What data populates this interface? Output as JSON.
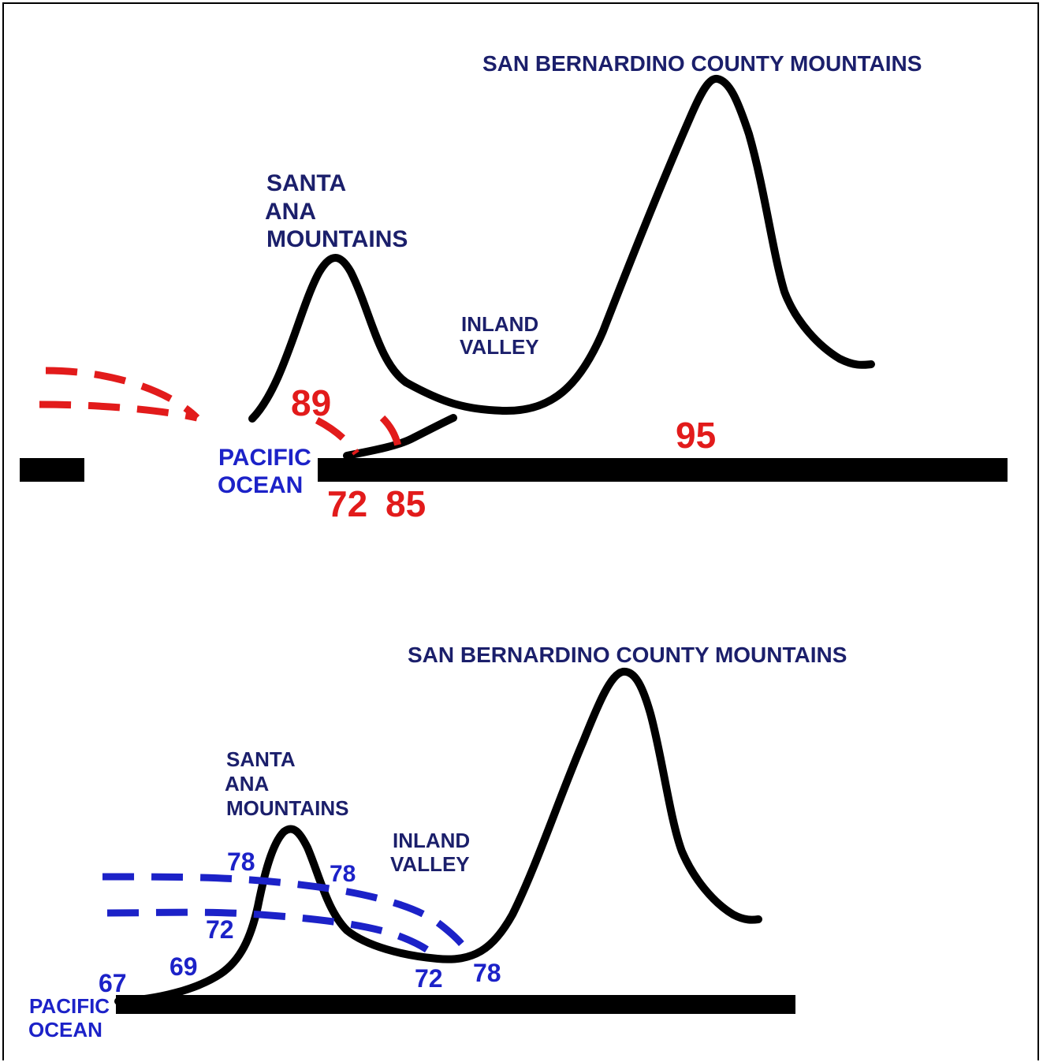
{
  "top": {
    "san_bernardino": "SAN BERNARDINO COUNTY MOUNTAINS",
    "santa_ana": [
      "SANTA",
      "ANA",
      "MOUNTAINS"
    ],
    "inland_valley": [
      "INLAND",
      "VALLEY"
    ],
    "pacific_ocean": [
      "PACIFIC",
      "OCEAN"
    ],
    "temps": {
      "t89": "89",
      "t95": "95",
      "t72": "72",
      "t85": "85"
    }
  },
  "bottom": {
    "san_bernardino": "SAN BERNARDINO COUNTY MOUNTAINS",
    "santa_ana": [
      "SANTA",
      "ANA",
      "MOUNTAINS"
    ],
    "inland_valley": [
      "INLAND",
      "VALLEY"
    ],
    "pacific_ocean": [
      "PACIFIC",
      "OCEAN"
    ],
    "temps": {
      "t67": "67",
      "t69": "69",
      "t72a": "72",
      "t78a": "78",
      "t78b": "78",
      "t72b": "72",
      "t78c": "78"
    }
  },
  "colors": {
    "terrain": "#000000",
    "warm": "#e21b1b",
    "cool": "#1c22c8",
    "label": "#1b1f6b"
  }
}
